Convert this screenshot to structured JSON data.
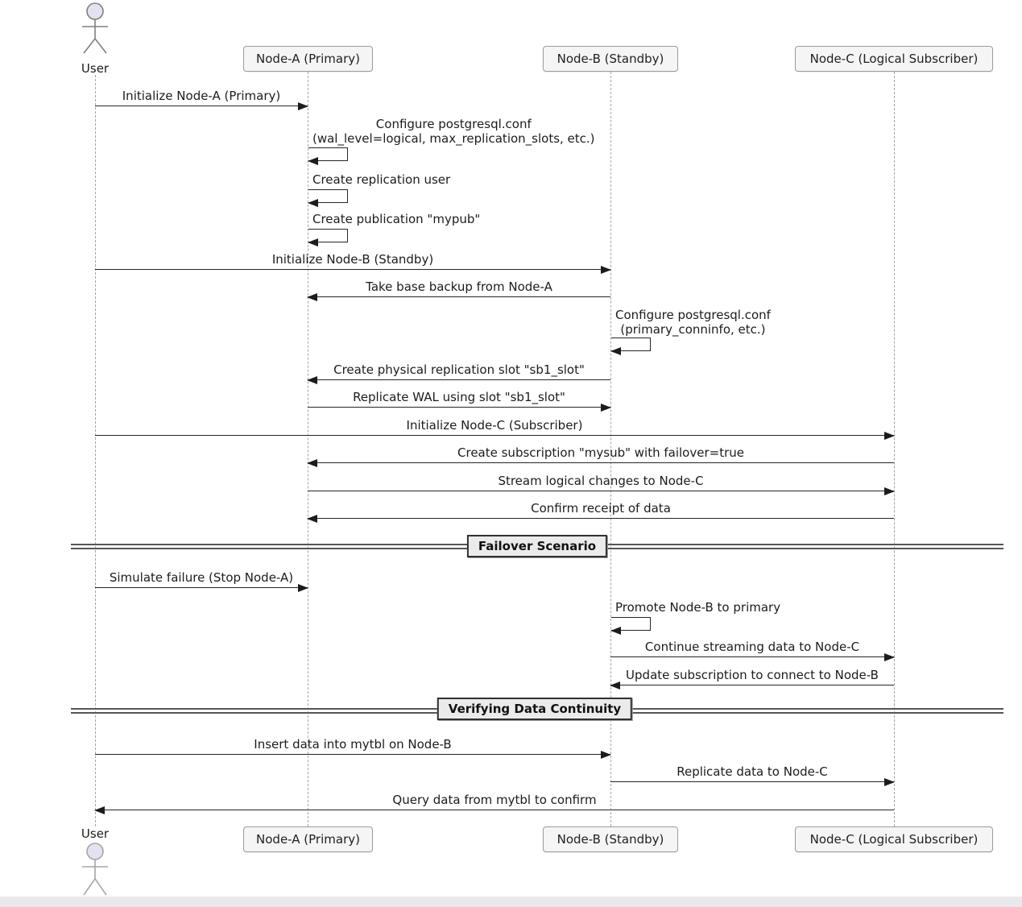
{
  "diagram_type": "uml-sequence-diagram",
  "actor": {
    "label": "User"
  },
  "participants": [
    {
      "label": "Node-A (Primary)"
    },
    {
      "label": "Node-B (Standby)"
    },
    {
      "label": "Node-C (Logical Subscriber)"
    }
  ],
  "dividers": [
    {
      "label": "Failover Scenario"
    },
    {
      "label": "Verifying Data Continuity"
    }
  ],
  "messages": [
    {
      "from": "User",
      "to": "Node-A",
      "text": "Initialize Node-A (Primary)"
    },
    {
      "from": "Node-A",
      "to": "Node-A",
      "text": "Configure postgresql.conf",
      "text2": "(wal_level=logical, max_replication_slots, etc.)"
    },
    {
      "from": "Node-A",
      "to": "Node-A",
      "text": "Create replication user"
    },
    {
      "from": "Node-A",
      "to": "Node-A",
      "text": "Create publication \"mypub\""
    },
    {
      "from": "User",
      "to": "Node-B",
      "text": "Initialize Node-B (Standby)"
    },
    {
      "from": "Node-B",
      "to": "Node-A",
      "text": "Take base backup from Node-A"
    },
    {
      "from": "Node-B",
      "to": "Node-B",
      "text": "Configure postgresql.conf",
      "text2": "(primary_conninfo, etc.)"
    },
    {
      "from": "Node-B",
      "to": "Node-A",
      "text": "Create physical replication slot \"sb1_slot\""
    },
    {
      "from": "Node-A",
      "to": "Node-B",
      "text": "Replicate WAL using slot \"sb1_slot\""
    },
    {
      "from": "User",
      "to": "Node-C",
      "text": "Initialize Node-C (Subscriber)"
    },
    {
      "from": "Node-C",
      "to": "Node-A",
      "text": "Create subscription \"mysub\" with failover=true"
    },
    {
      "from": "Node-A",
      "to": "Node-C",
      "text": "Stream logical changes to Node-C"
    },
    {
      "from": "Node-C",
      "to": "Node-A",
      "text": "Confirm receipt of data"
    },
    {
      "from": "User",
      "to": "Node-A",
      "text": "Simulate failure (Stop Node-A)"
    },
    {
      "from": "Node-B",
      "to": "Node-B",
      "text": "Promote Node-B to primary"
    },
    {
      "from": "Node-B",
      "to": "Node-C",
      "text": "Continue streaming data to Node-C"
    },
    {
      "from": "Node-C",
      "to": "Node-B",
      "text": "Update subscription to connect to Node-B"
    },
    {
      "from": "User",
      "to": "Node-B",
      "text": "Insert data into mytbl on Node-B"
    },
    {
      "from": "Node-B",
      "to": "Node-C",
      "text": "Replicate data to Node-C"
    },
    {
      "from": "Node-C",
      "to": "User",
      "text": "Query data from mytbl to confirm"
    }
  ],
  "colors": {
    "actor_head_fill": "#e2e2f0",
    "participant_box_fill": "#f5f5f5",
    "participant_box_border": "#9c9c9c",
    "arrow": "#262626",
    "lifeline": "#a6a6a6",
    "divider_box_fill": "#ebebeb",
    "bottom_strip": "#e9e9eb"
  }
}
